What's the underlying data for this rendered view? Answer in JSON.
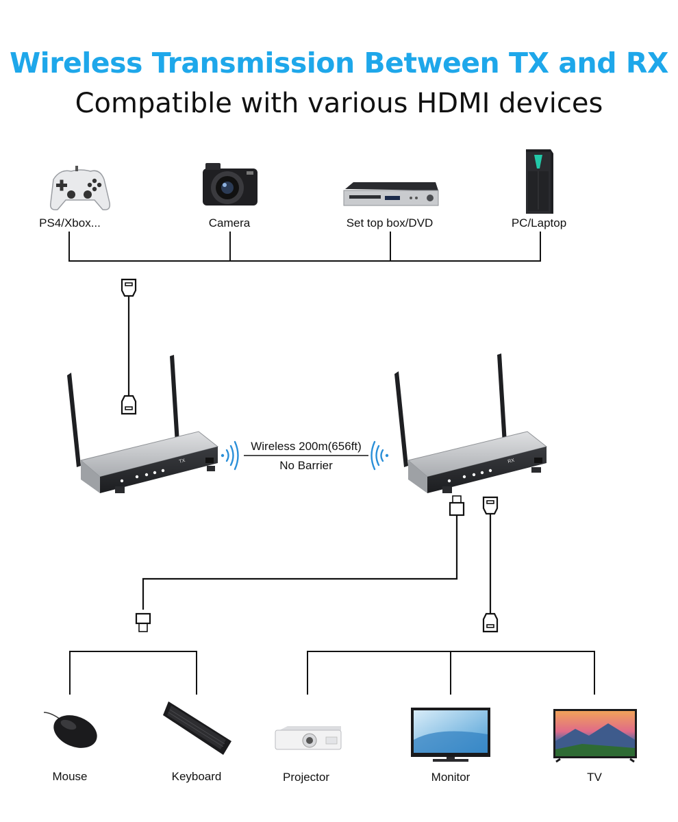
{
  "header": {
    "title": "Wireless Transmission Between TX and RX",
    "subtitle": "Compatible with various HDMI devices"
  },
  "colors": {
    "title": "#1ea7ea",
    "signal": "#2a8fd8",
    "line": "#111111",
    "device_body": "#b7b9bc"
  },
  "sources": [
    {
      "label": "PS4/Xbox...",
      "icon": "gamepad-icon"
    },
    {
      "label": "Camera",
      "icon": "camera-icon"
    },
    {
      "label": "Set top box/DVD",
      "icon": "dvd-player-icon"
    },
    {
      "label": "PC/Laptop",
      "icon": "pc-tower-icon"
    }
  ],
  "transmitter": {
    "badge": "TX",
    "icon": "transmitter-icon"
  },
  "receiver": {
    "badge": "RX",
    "icon": "receiver-icon"
  },
  "link": {
    "distance": "Wireless 200m(656ft)",
    "note": "No Barrier"
  },
  "usb_outputs": [
    {
      "label": "Mouse",
      "icon": "mouse-icon"
    },
    {
      "label": "Keyboard",
      "icon": "keyboard-icon"
    }
  ],
  "hdmi_outputs": [
    {
      "label": "Projector",
      "icon": "projector-icon"
    },
    {
      "label": "Monitor",
      "icon": "monitor-icon"
    },
    {
      "label": "TV",
      "icon": "tv-icon"
    }
  ]
}
